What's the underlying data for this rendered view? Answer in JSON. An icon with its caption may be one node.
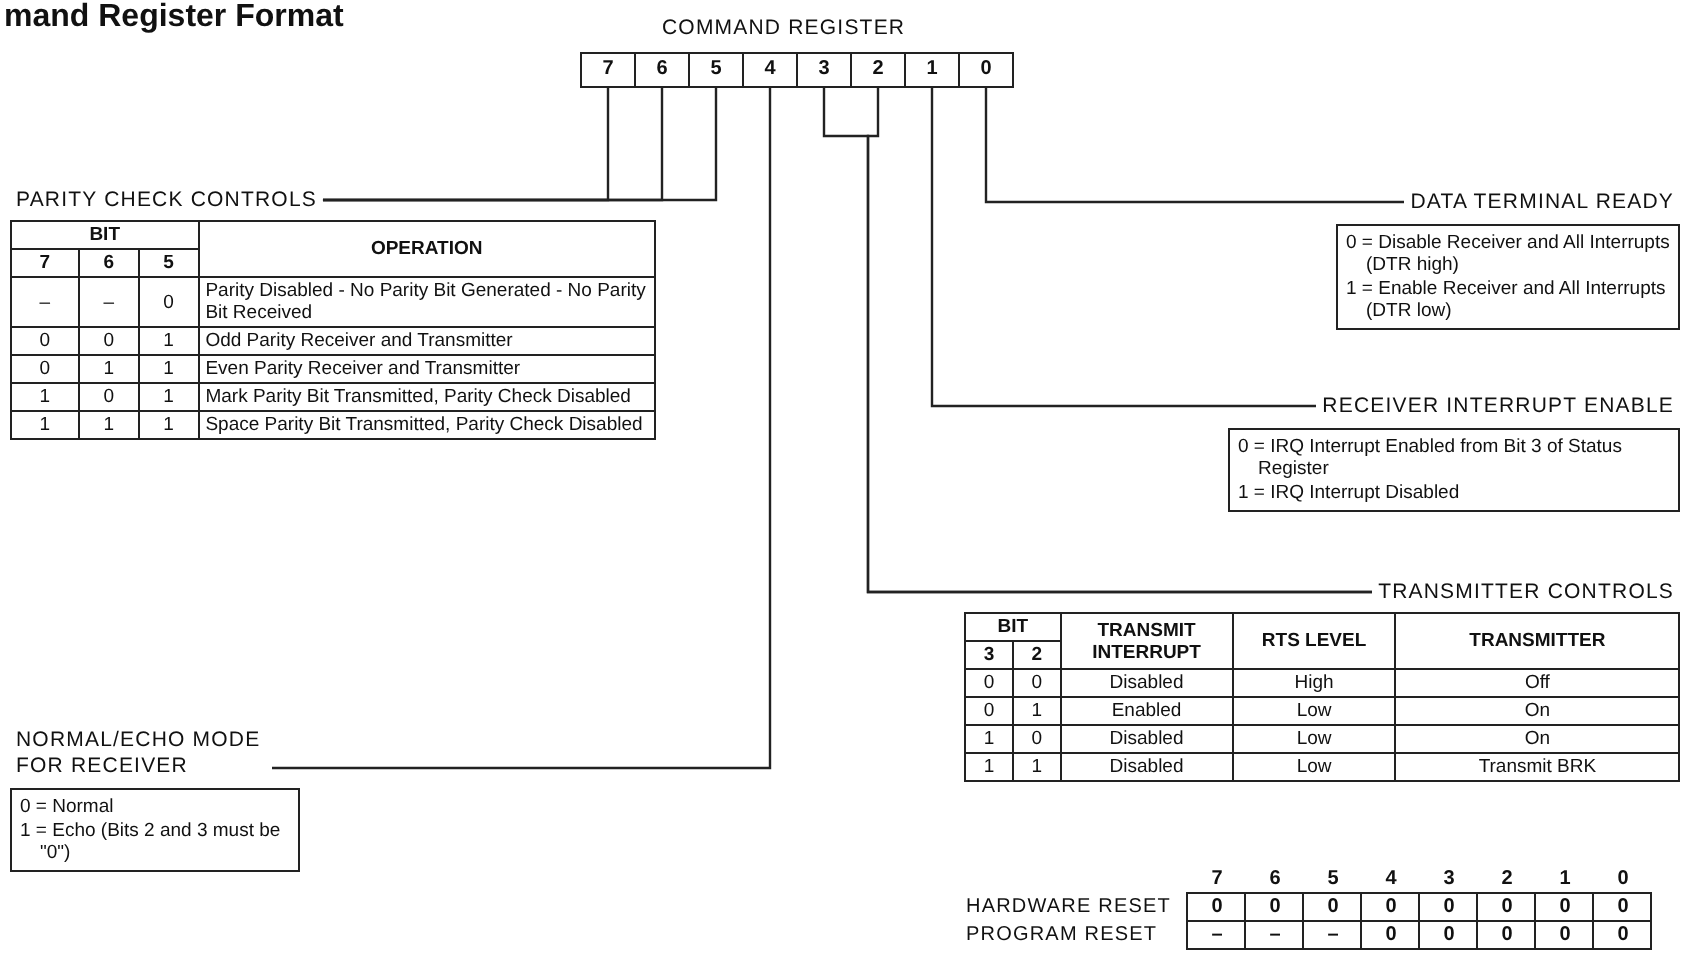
{
  "diagram": {
    "title": "mand Register Format",
    "nodes": [
      {
        "text": [
          "7"
        ]
      },
      {
        "text": [
          "6"
        ]
      },
      {
        "text": [
          "5"
        ]
      },
      {
        "text": [
          "4"
        ]
      },
      {
        "text": [
          "3"
        ]
      },
      {
        "text": [
          "2"
        ]
      },
      {
        "text": [
          "1"
        ]
      },
      {
        "text": [
          "0"
        ]
      },
      {
        "text": [
          "PARITY CHECK CONTROLS",
          "BIT",
          "OPERATION",
          "7",
          "6",
          "5",
          "–",
          "–",
          "0",
          "Parity Disabled - No Parity Bit Generated - No Parity Bit Received",
          "0",
          "0",
          "1",
          "Odd Parity Receiver and Transmitter",
          "0",
          "1",
          "1",
          "Even Parity Receiver and Transmitter",
          "1",
          "0",
          "1",
          "Mark Parity Bit Transmitted, Parity Check Disabled",
          "1",
          "1",
          "1",
          "Space Parity Bit Transmitted, Parity Check Disabled"
        ]
      },
      {
        "text": [
          "NORMAL/ECHO MODE FOR RECEIVER",
          "0 = Normal",
          "1 = Echo (Bits 2 and 3 must be \"0\")"
        ]
      },
      {
        "text": [
          "DATA TERMINAL READY",
          "0 = Disable Receiver and All Interrupts (DTR high)",
          "1 = Enable Receiver and All Interrupts (DTR low)"
        ]
      },
      {
        "text": [
          "RECEIVER INTERRUPT ENABLE",
          "0 = IRQ Interrupt Enabled from Bit 3 of Status Register",
          "1 = IRQ Interrupt Disabled"
        ]
      },
      {
        "text": [
          "TRANSMITTER CONTROLS",
          "BIT",
          "TRANSMIT INTERRUPT",
          "RTS LEVEL",
          "TRANSMITTER",
          "3",
          "2",
          "0",
          "0",
          "Disabled",
          "High",
          "Off",
          "0",
          "1",
          "Enabled",
          "Low",
          "On",
          "1",
          "0",
          "Disabled",
          "Low",
          "On",
          "1",
          "1",
          "Disabled",
          "Low",
          "Transmit BRK"
        ]
      }
    ],
    "edges": [
      {
        "from": 0,
        "to": 8,
        "arrow": "none"
      },
      {
        "from": 1,
        "to": 8,
        "arrow": "none"
      },
      {
        "from": 2,
        "to": 8,
        "arrow": "none"
      },
      {
        "from": 3,
        "to": 9,
        "arrow": "none"
      },
      {
        "from": 4,
        "to": 12,
        "arrow": "none"
      },
      {
        "from": 5,
        "to": 12,
        "arrow": "none"
      },
      {
        "from": 6,
        "to": 11,
        "arrow": "none"
      },
      {
        "from": 7,
        "to": 10,
        "arrow": "none"
      }
    ],
    "labels": [
      "COMMAND REGISTER",
      "7",
      "6",
      "5",
      "4",
      "3",
      "2",
      "1",
      "0",
      "HARDWARE RESET",
      "0",
      "0",
      "0",
      "0",
      "0",
      "0",
      "0",
      "0",
      "PROGRAM RESET",
      "–",
      "–",
      "–",
      "0",
      "0",
      "0",
      "0",
      "0"
    ]
  }
}
